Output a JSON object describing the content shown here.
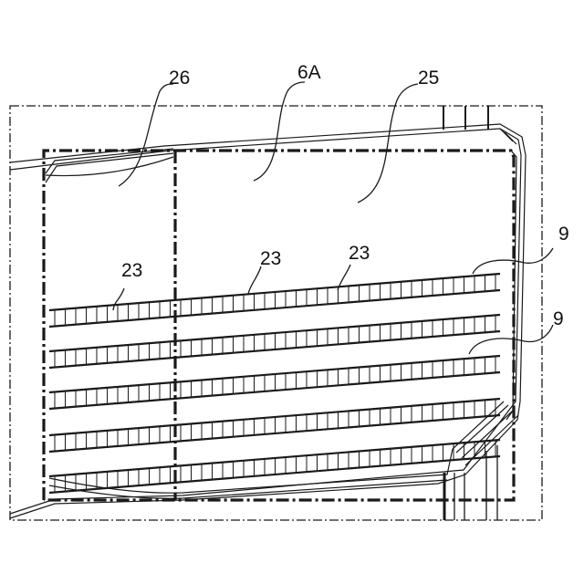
{
  "labels": {
    "l26": "26",
    "l6a": "6A",
    "l25": "25",
    "l23a": "23",
    "l23b": "23",
    "l23c": "23",
    "l9a": "9",
    "l9b": "9"
  },
  "colors": {
    "ink": "#1a1a1a",
    "background": "#ffffff"
  }
}
